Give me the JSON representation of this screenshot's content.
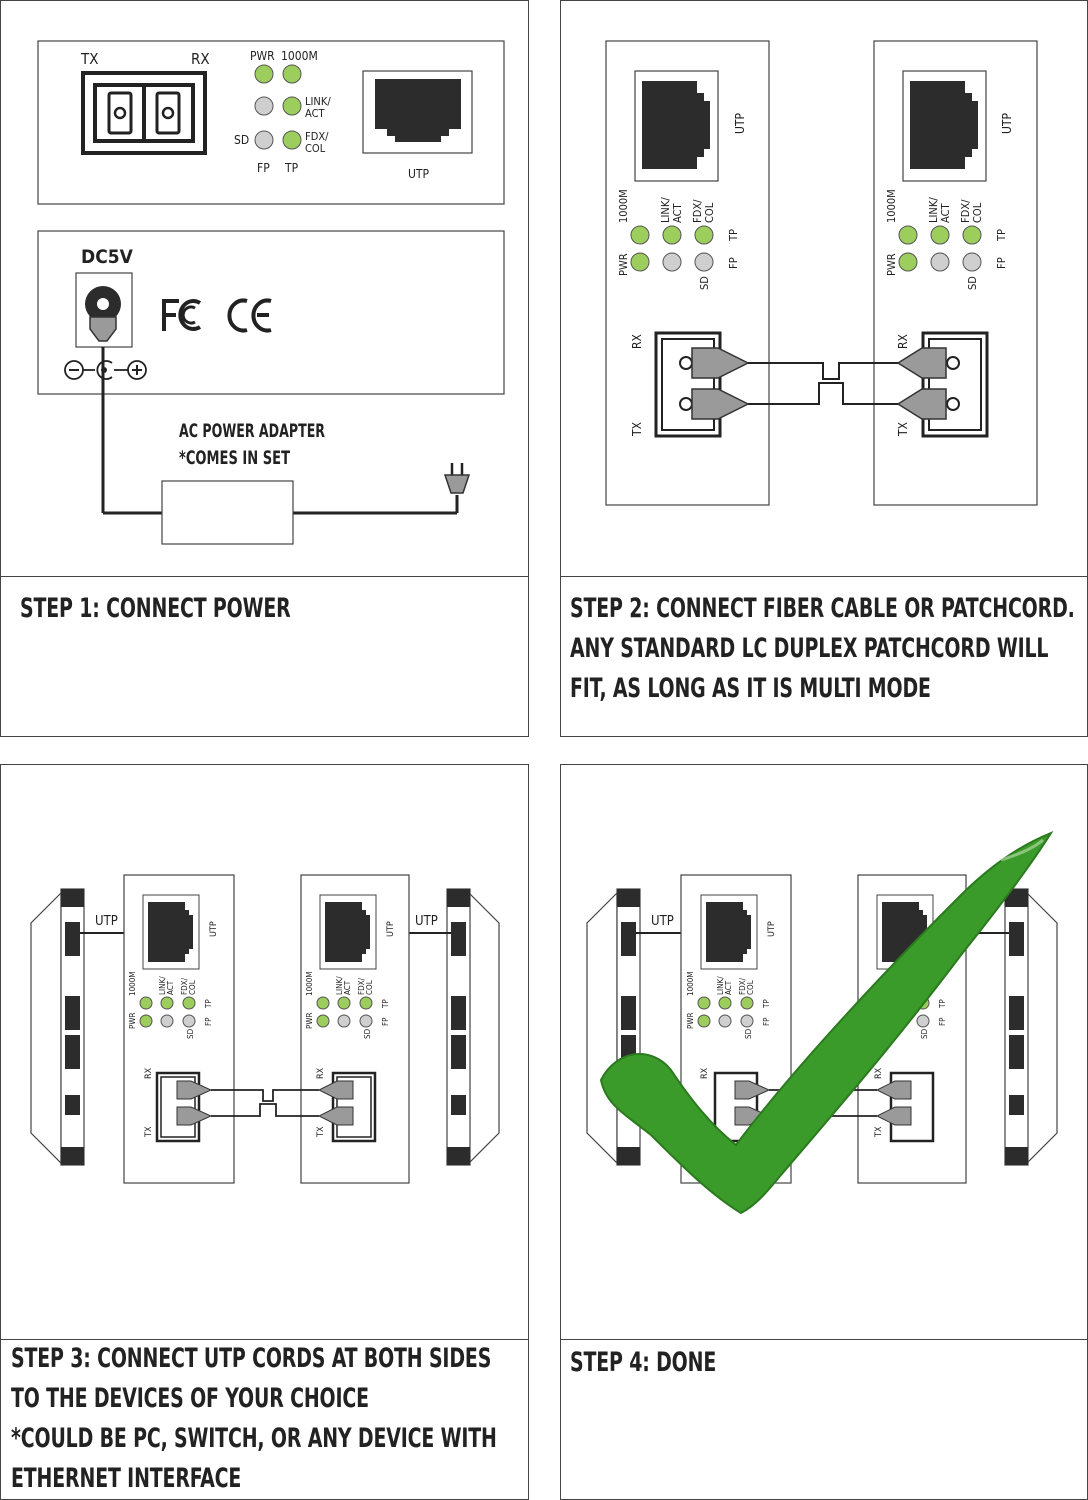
{
  "colors": {
    "led_on": "#9ccd5d",
    "led_off": "#cfcfcf",
    "port": "#2c2c2c",
    "connector": "#9a9a9a",
    "check": "#3a9a2a",
    "border": "#444444"
  },
  "panel1": {
    "tx": "TX",
    "rx": "RX",
    "pwr": "PWR",
    "g1000": "1000M",
    "link": "LINK/",
    "act": "ACT",
    "fdx": "FDX/",
    "col": "COL",
    "sd": "SD",
    "fp": "FP",
    "tp": "TP",
    "utp": "UTP",
    "dc": "DC5V",
    "fc_icon": "fc-mark-icon",
    "ce_icon": "ce-mark-icon",
    "adapter1": "AC POWER ADAPTER",
    "adapter2": "*COMES IN SET",
    "caption": [
      "STEP 1: CONNECT POWER"
    ]
  },
  "panel2": {
    "utp": "UTP",
    "pwr": "PWR",
    "g1000": "1000M",
    "link": "LINK/",
    "act": "ACT",
    "fdx": "FDX/",
    "col": "COL",
    "sd": "SD",
    "fp": "FP",
    "tp": "TP",
    "rx": "RX",
    "tx": "TX",
    "caption": [
      "STEP 2: CONNECT FIBER CABLE OR PATCHCORD.",
      "ANY STANDARD LC DUPLEX PATCHCORD WILL",
      "FIT, AS LONG AS IT IS MULTI MODE"
    ]
  },
  "panel3": {
    "utp": "UTP",
    "pwr": "PWR",
    "g1000": "1000M",
    "link": "LINK/",
    "act": "ACT",
    "fdx": "FDX/",
    "col": "COL",
    "sd": "SD",
    "fp": "FP",
    "tp": "TP",
    "rx": "RX",
    "tx": "TX",
    "caption": [
      "STEP 3: CONNECT UTP CORDS AT BOTH SIDES",
      "TO THE DEVICES OF YOUR CHOICE",
      "*COULD BE PC, SWITCH, OR ANY DEVICE WITH",
      "ETHERNET INTERFACE"
    ]
  },
  "panel4": {
    "utp": "UTP",
    "pwr": "PWR",
    "g1000": "1000M",
    "link": "LINK/",
    "act": "ACT",
    "fdx": "FDX/",
    "col": "COL",
    "sd": "SD",
    "fp": "FP",
    "tp": "TP",
    "rx": "RX",
    "tx": "TX",
    "check_icon": "checkmark-icon",
    "caption": [
      "STEP 4: DONE"
    ]
  }
}
